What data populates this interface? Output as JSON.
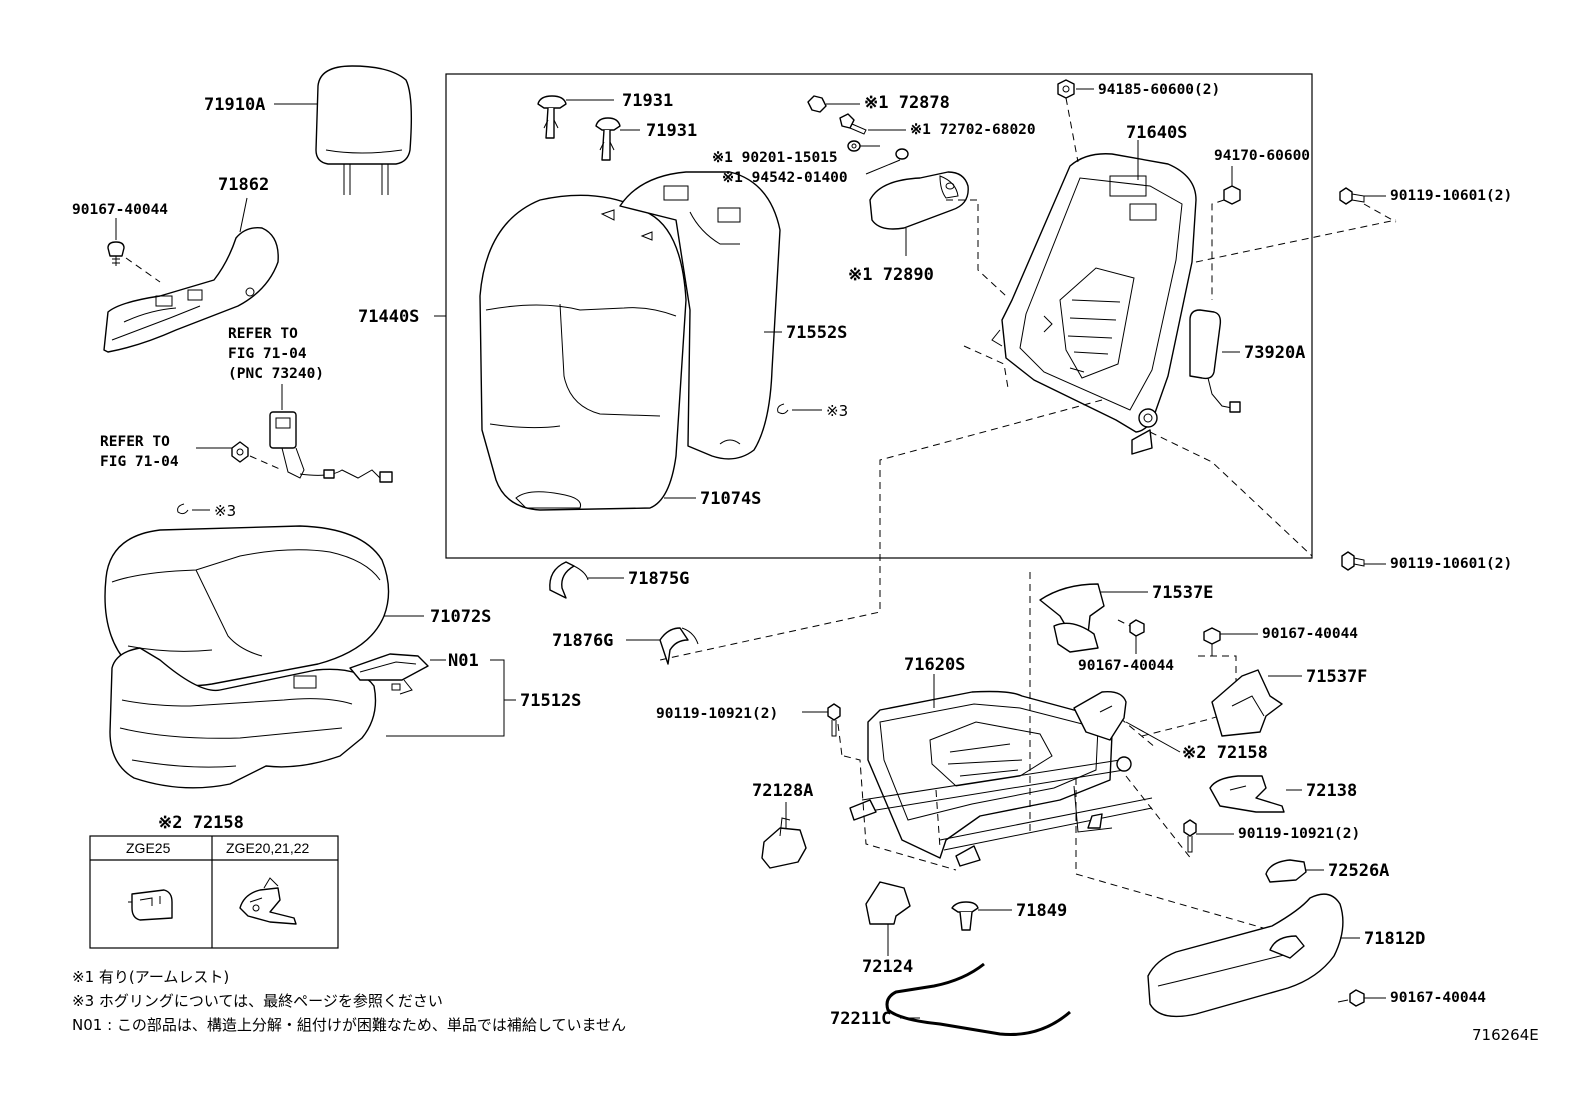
{
  "labels": {
    "p71910A": "71910A",
    "p71862": "71862",
    "p90167_40044_a": "90167-40044",
    "refer1_l1": "REFER TO",
    "refer1_l2": "FIG 71-04",
    "refer1_l3": "(PNC 73240)",
    "refer2_l1": "REFER TO",
    "refer2_l2": "FIG 71-04",
    "x3_a": "※3",
    "p71440S": "71440S",
    "p71931_a": "71931",
    "p71931_b": "71931",
    "p72878": "※1 72878",
    "p72702": "※1 72702-68020",
    "p90201": "※1 90201-15015",
    "p94542": "※1 94542-01400",
    "p72890": "※1 72890",
    "p94185": "94185-60600(2)",
    "p71640S": "71640S",
    "p94170": "94170-60600",
    "p90119_10601_a": "90119-10601(2)",
    "p71552S": "71552S",
    "x3_b": "※3",
    "p73920A": "73920A",
    "p71074S": "71074S",
    "p90119_10601_b": "90119-10601(2)",
    "p71875G": "71875G",
    "p71876G": "71876G",
    "p71072S": "71072S",
    "pN01": "N01",
    "p71512S": "71512S",
    "p71537E": "71537E",
    "p90167_40044_b": "90167-40044",
    "p90167_40044_c": "90167-40044",
    "p71537F": "71537F",
    "p71620S": "71620S",
    "p90119_10921_a": "90119-10921(2)",
    "p72158": "※2 72158",
    "p72128A": "72128A",
    "p72138": "72138",
    "p90119_10921_b": "90119-10921(2)",
    "p72526A": "72526A",
    "p71849": "71849",
    "p71812D": "71812D",
    "p72124": "72124",
    "p90167_40044_d": "90167-40044",
    "p72211C": "72211C"
  },
  "variant_table": {
    "title": "※2 72158",
    "columns": [
      "ZGE25",
      "ZGE20,21,22"
    ]
  },
  "notes": [
    "※1  有り(アームレスト)",
    "※3  ホグリングについては、最終ページを参照ください",
    "N01 : この部品は、構造上分解・組付けが困難なため、単品では補給していません"
  ],
  "figure_id": "716264E"
}
